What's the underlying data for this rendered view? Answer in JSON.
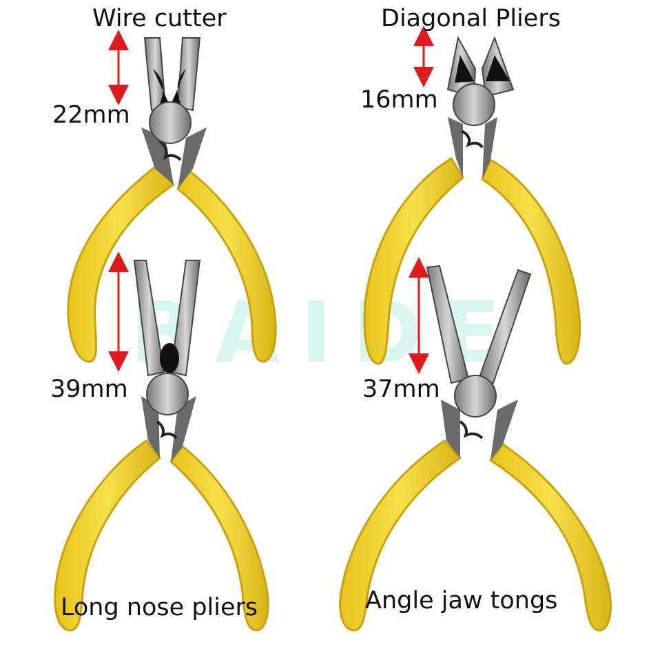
{
  "labels": {
    "wire_cutter": "Wire cutter",
    "diagonal_pliers": "Diagonal Pliers",
    "long_nose_pliers": "Long nose pliers",
    "angle_jaw_tongs": "Angle jaw tongs"
  },
  "measurements": {
    "wire_cutter": "22mm",
    "diagonal_pliers": "16mm",
    "long_nose_pliers": "39mm",
    "angle_jaw_tongs": "37mm"
  },
  "watermark": "BAIDE",
  "colors": {
    "handle_yellow": "#f3d72e",
    "handle_shade": "#caa70f",
    "steel": "#9a9a9a",
    "steel_dark": "#555555",
    "arrow_red": "#e01b1b",
    "watermark": "#78dcc8"
  }
}
